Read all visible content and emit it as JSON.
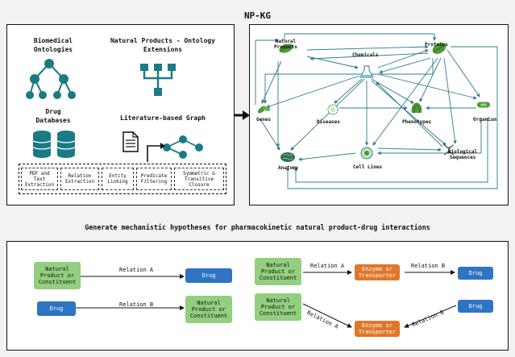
{
  "title": "NP-KG",
  "left_panel": {
    "biomedical_ontologies": "Biomedical\nOntologies",
    "np_ontology_ext": "Natural Products - Ontology\nExtensions",
    "drug_databases": "Drug\nDatabases",
    "literature_graph": "Literature-based Graph",
    "pipeline": [
      "PDF and\nText\nExtraction",
      "Relation\nExtraction",
      "Entity\nLinking",
      "Predicate\nFiltering",
      "Symmetric &\nTransitive\nClosure"
    ]
  },
  "kg_nodes": {
    "natural_products": "Natural\nProducts",
    "proteins": "Proteins",
    "chemicals": "Chemicals",
    "genes": "Genes",
    "diseases": "Diseases",
    "phenotypes": "Phenotypes",
    "organism": "Organism",
    "biological_sequences": "Biological\nSequences",
    "anatomy": "Anatomy",
    "cell_lines": "Cell Lines"
  },
  "subtitle": "Generate mechanistic hypotheses for pharmacokinetic natural product-drug interactions",
  "bottom": {
    "np_constituent": "Natural\nProduct or\nConstituent",
    "drug": "Drug",
    "enzyme": "Enzyme or\nTransporter",
    "relation_a": "Relation A",
    "relation_b": "Relation B"
  },
  "colors": {
    "green": "#92cf7f",
    "blue": "#2f73c4",
    "orange": "#e0762a",
    "edge": "#2e7b8f"
  }
}
